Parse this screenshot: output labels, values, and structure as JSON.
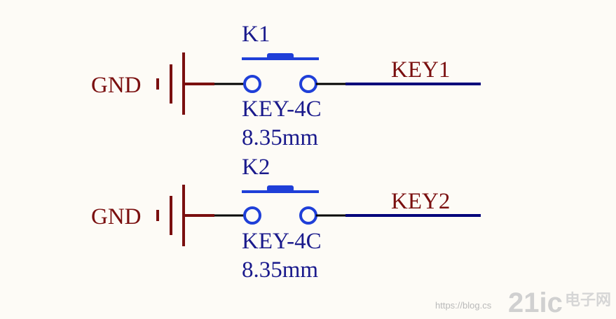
{
  "colors": {
    "background": "#fdfbf6",
    "ground_symbol": "#7a0f0f",
    "net_wire": "#00007a",
    "switch": "#1f3fd8",
    "black_wire": "#000000",
    "blue_text": "#1a1a8c",
    "red_text": "#7a0f0f"
  },
  "circuits": [
    {
      "ground_label": "GND",
      "designator": "K1",
      "footprint": "KEY-4C",
      "size": "8.35mm",
      "net_label": "KEY1"
    },
    {
      "ground_label": "GND",
      "designator": "K2",
      "footprint": "KEY-4C",
      "size": "8.35mm",
      "net_label": "KEY2"
    }
  ],
  "watermark": {
    "url_text": "https://blog.cs",
    "logo_text": "21ic",
    "cn_text": "电子网"
  }
}
